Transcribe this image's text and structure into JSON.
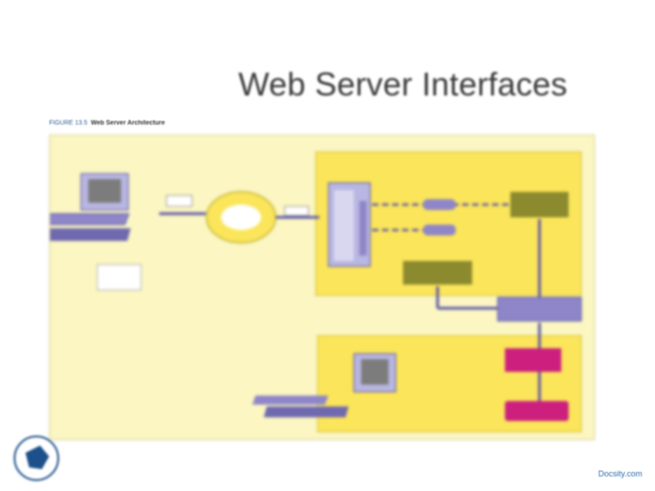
{
  "slide": {
    "title": "Web Server Interfaces",
    "figure_label": "FIGURE 13.5",
    "figure_caption": "Web Server Architecture",
    "footer": "Docsity.com"
  },
  "diagram": {
    "illegible_note": "Box and connector labels inside the figure are too blurred to read.",
    "nodes": [
      "client-workstation",
      "client-manual",
      "client-request-tag",
      "internet-cloud",
      "server-request-tag",
      "web-server-tower",
      "server-module-top",
      "server-module-bottom",
      "server-app-box",
      "server-config-box",
      "middleware-box",
      "database-box-top",
      "database-box-bottom",
      "admin-workstation"
    ],
    "colors": {
      "panel": "#fbf6c2",
      "zone": "#fbe55a",
      "server": "#b8b6e2",
      "olive": "#8c8a2e",
      "lavender": "#8e86c8",
      "magenta": "#cc1f7e",
      "connector": "#5b55a8"
    }
  }
}
